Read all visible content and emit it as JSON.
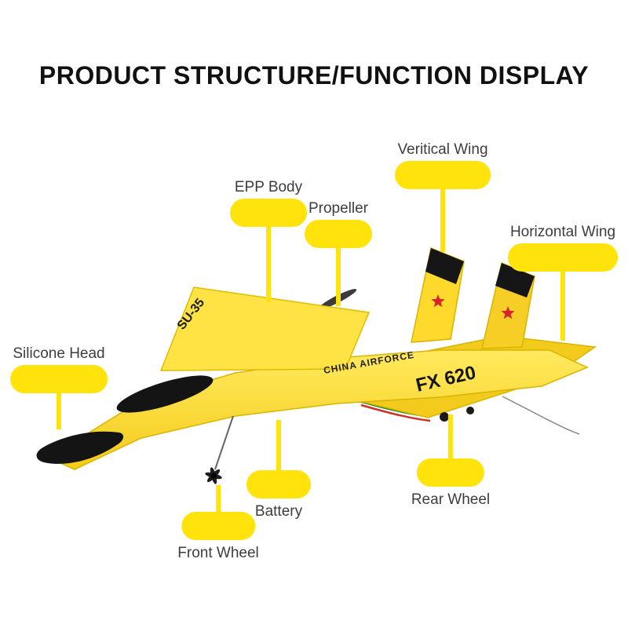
{
  "title": "PRODUCT STRUCTURE/FUNCTION DISPLAY",
  "callouts": {
    "vertical_wing": {
      "label": "Veritical Wing"
    },
    "epp_body": {
      "label": "EPP Body"
    },
    "propeller": {
      "label": "Propeller"
    },
    "horizontal_wing": {
      "label": "Horizontal Wing"
    },
    "silicone_head": {
      "label": "Silicone Head"
    },
    "battery": {
      "label": "Battery"
    },
    "rear_wheel": {
      "label": "Rear Wheel"
    },
    "front_wheel": {
      "label": "Front Wheel"
    }
  },
  "plane_markings": {
    "wing_text": "SU-35",
    "body_text": "CHINA AIRFORCE",
    "tail_text": "FX 620"
  },
  "colors": {
    "callout_yellow": "#FFE30A",
    "plane_yellow": "#FFD92B",
    "star_red": "#D8232A",
    "label_text": "#3D3D3D",
    "title_text": "#111111"
  }
}
